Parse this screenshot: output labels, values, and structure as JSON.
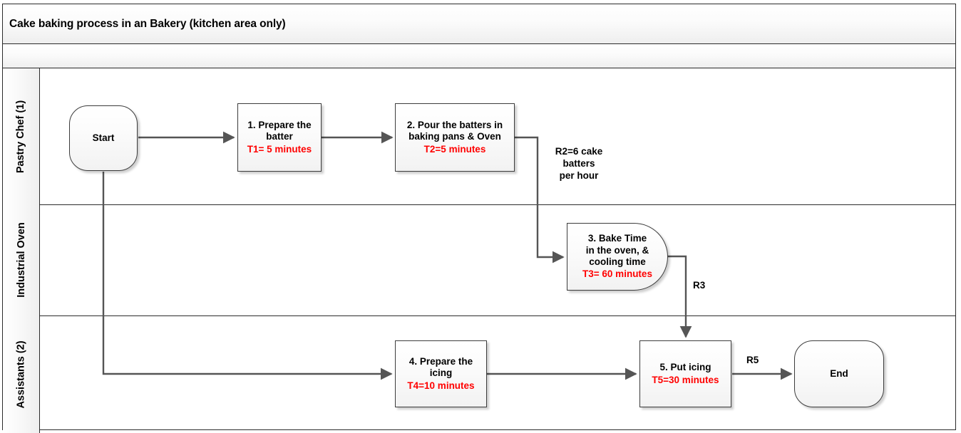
{
  "diagram": {
    "title": "Cake baking process in an Bakery (kitchen area only)",
    "type": "bpmn-swimlane-flowchart",
    "colors": {
      "metric_text": "#ff0000",
      "node_border": "#3c3c3c",
      "frame_border": "#2b2b2b",
      "connector": "#555555",
      "lane_header_bg": "#efefef"
    }
  },
  "lanes": [
    {
      "id": "lane-pastry-chef",
      "label": "Pastry Chef (1)"
    },
    {
      "id": "lane-industrial-oven",
      "label": "Industrial Oven"
    },
    {
      "id": "lane-assistants",
      "label": "Assistants (2)"
    }
  ],
  "nodes": {
    "start": {
      "label": "Start"
    },
    "step1": {
      "title": "1. Prepare the\nbatter",
      "metric": "T1= 5 minutes"
    },
    "step2": {
      "title": "2. Pour the batters in\nbaking pans & Oven",
      "metric": "T2=5 minutes"
    },
    "step3": {
      "title": "3. Bake Time\nin the oven, &\ncooling time",
      "metric": "T3= 60 minutes"
    },
    "step4": {
      "title": "4. Prepare the\nicing",
      "metric": "T4=10 minutes"
    },
    "step5": {
      "title": "5. Put icing",
      "metric": "T5=30 minutes"
    },
    "end": {
      "label": "End"
    }
  },
  "edge_labels": {
    "r2": "R2=6 cake\nbatters\nper hour",
    "r3": "R3",
    "r5": "R5"
  }
}
